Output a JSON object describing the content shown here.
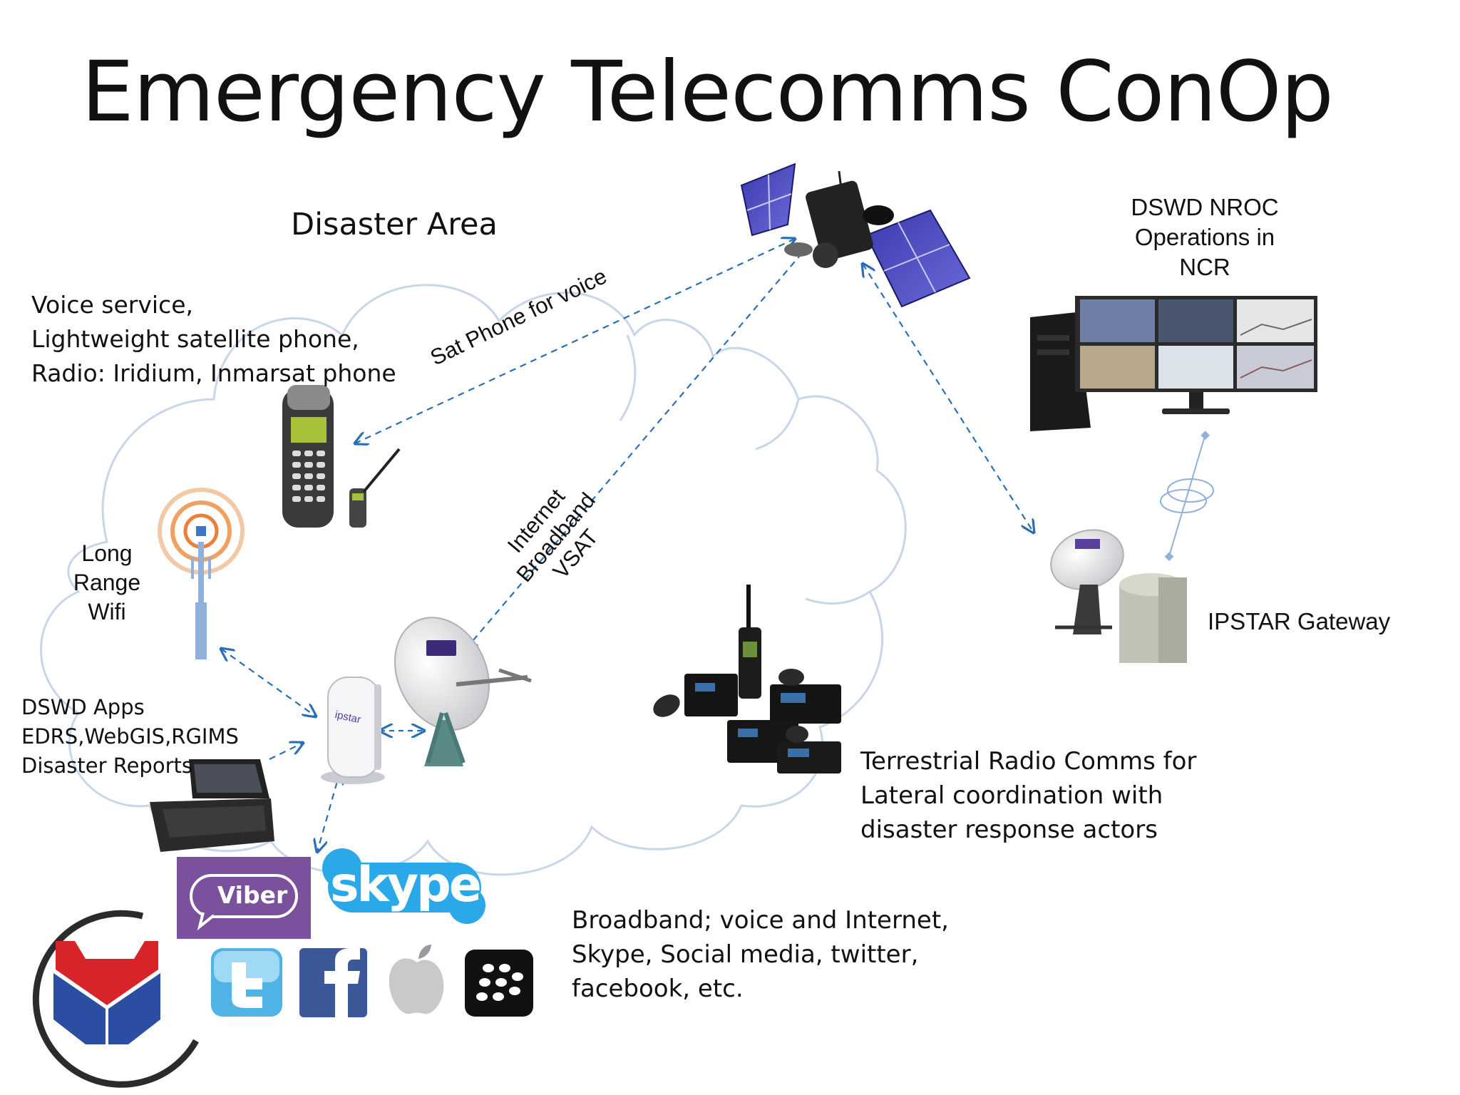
{
  "slide": {
    "title": "Emergency Telecomms ConOp",
    "disaster_area_label": "Disaster Area",
    "voice_service": {
      "line1": "Voice service,",
      "line2": "Lightweight satellite phone,",
      "line3": "Radio:  Iridium, Inmarsat phone"
    },
    "nroc": {
      "line1": "DSWD NROC",
      "line2": "Operations in",
      "line3": "NCR"
    },
    "long_range_wifi": {
      "line1": "Long",
      "line2": "Range",
      "line3": "Wifi"
    },
    "dswd_apps": {
      "line1": "DSWD Apps",
      "line2": "EDRS,WebGIS,RGIMS",
      "line3": "Disaster Reports"
    },
    "ipstar_gateway_label": "IPSTAR Gateway",
    "terrestrial": {
      "line1": "Terrestrial Radio Comms for",
      "line2": "Lateral coordination with",
      "line3": "disaster response actors"
    },
    "broadband": {
      "line1": "Broadband; voice and Internet,",
      "line2": "Skype, Social media, twitter,",
      "line3": "facebook, etc."
    },
    "link_sat_phone": "Sat Phone for voice",
    "link_vsat": {
      "line1": "Internet",
      "line2": "Broadband",
      "line3": "VSAT"
    },
    "device_texts": {
      "router_brand": "ipstar",
      "viber": "Viber",
      "skype": "skype"
    },
    "icons": [
      "satellite-icon",
      "sat-phone-icon",
      "wifi-tower-icon",
      "vsat-dish-icon",
      "router-icon",
      "laptop-icon",
      "radio-equipment-icon",
      "workstation-icon",
      "gateway-dish-icon",
      "viber-icon",
      "skype-icon",
      "twitter-icon",
      "facebook-icon",
      "apple-icon",
      "blackberry-icon",
      "dswd-logo"
    ],
    "colors": {
      "link_dashed": "#2a6fb5",
      "cloud_outline": "#c9d6ea",
      "viber_purple": "#7b519d",
      "skype_blue": "#2aa8e8",
      "facebook_blue": "#3b5998",
      "twitter_blue": "#4fb3e6",
      "logo_red": "#d6242a",
      "logo_blue": "#2b4ea2"
    }
  }
}
